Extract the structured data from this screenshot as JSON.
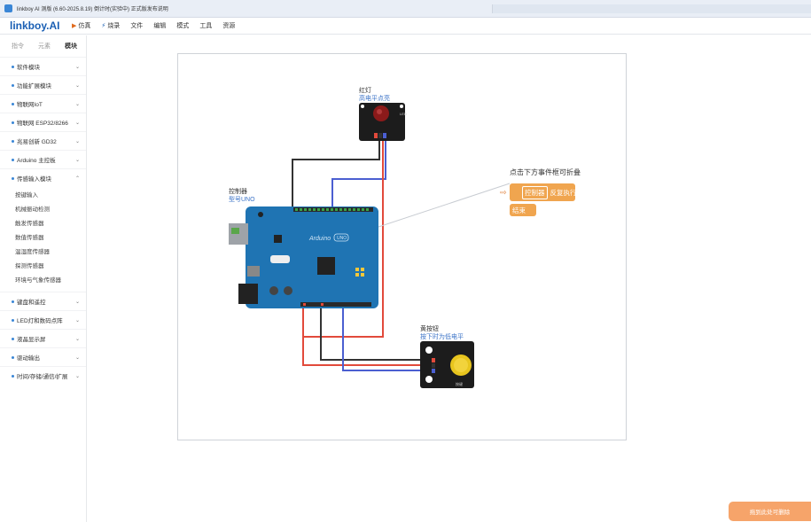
{
  "window": {
    "title": "linkboy AI 测版 (6.60-2025.8.19) 倒计时(实验中) 正式版发布说明"
  },
  "menubar": {
    "logo": "linkboy.AI",
    "items": [
      {
        "icon": "▶",
        "label": "仿真"
      },
      {
        "icon": "⚡",
        "label": "烧录"
      },
      {
        "icon": "",
        "label": "文件"
      },
      {
        "icon": "",
        "label": "编辑"
      },
      {
        "icon": "",
        "label": "模式"
      },
      {
        "icon": "",
        "label": "工具"
      },
      {
        "icon": "",
        "label": "资源"
      }
    ]
  },
  "sidebar": {
    "tabs": [
      "指令",
      "元素",
      "模块"
    ],
    "active_tab": "模块",
    "categories_top": [
      "软件模块",
      "功能扩展模块",
      "物联网IoT",
      "物联网 ESP32/8266",
      "兆易创新 GD32",
      "Arduino 主控板"
    ],
    "expanded": {
      "label": "传感输入模块",
      "children": [
        "按键输入",
        "机械振动检测",
        "触发传感器",
        "数值传感器",
        "温湿度传感器",
        "探测传感器",
        "环境与气象传感器"
      ]
    },
    "categories_bottom": [
      "键盘和遥控",
      "LED灯和数码点阵",
      "液晶显示屏",
      "驱动输出",
      "时间/存储/通信/扩展"
    ]
  },
  "canvas": {
    "controller": {
      "name": "控制器",
      "desc": "型号UNO",
      "board_text": "Arduino",
      "board_model": "UNO"
    },
    "red_led": {
      "name": "红灯",
      "desc": "高电平点亮",
      "module_label": "LED"
    },
    "yellow_button": {
      "name": "黄按钮",
      "desc": "按下时为低电平",
      "module_label": "按键"
    },
    "hint": "点击下方事件框可折叠",
    "event_block": {
      "target": "控制器",
      "action": "反复执行"
    },
    "end_block": "结束"
  },
  "corner_button": "拖到此处可删除",
  "colors": {
    "accent": "#1a5fb4",
    "board": "#1f74b3",
    "block": "#f0a54f",
    "wire_red": "#e24a3b",
    "wire_blue": "#4b5fd1",
    "wire_black": "#333333"
  }
}
